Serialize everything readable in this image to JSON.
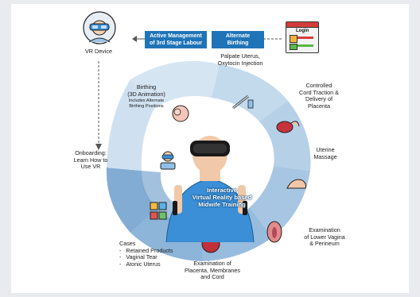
{
  "boxes": {
    "active_management": "Active Management\nof 3rd Stage Labour",
    "alternate_birthing": "Alternate\nBirthing"
  },
  "login": {
    "title": "Login"
  },
  "vr_device": {
    "label": "VR Device"
  },
  "center": {
    "label": "Interactive\nVirtual Reality based\nMidwife Training"
  },
  "steps": {
    "palpate": "Palpate Uterus,\nOxytocin Injection",
    "controlled_cord": "Controlled\nCord Traction &\nDelivery of\nPlacenta",
    "uterine_massage": "Uterine\nMassage",
    "examination_lower": "Examination\nof Lower Vagina\n& Perineum",
    "examination_placenta": "Examination of\nPlacenta, Membranes\nand Cord",
    "cases_title": "Cases",
    "cases_items": [
      "Retained Products",
      "Vaginal Tear",
      "Atonic Uterus"
    ],
    "onboarding": "Onboarding:\nLearn How to\nUse VR",
    "birthing_title": "Birthing\n(3D Animation)",
    "birthing_sub": "Includes Alternate\nBirthing Positions"
  },
  "colors": {
    "box_blue": "#1f73b7",
    "ring_light": "#cfe0ef",
    "ring_mid": "#aac9e4",
    "ring_dark": "#7eabd3"
  }
}
